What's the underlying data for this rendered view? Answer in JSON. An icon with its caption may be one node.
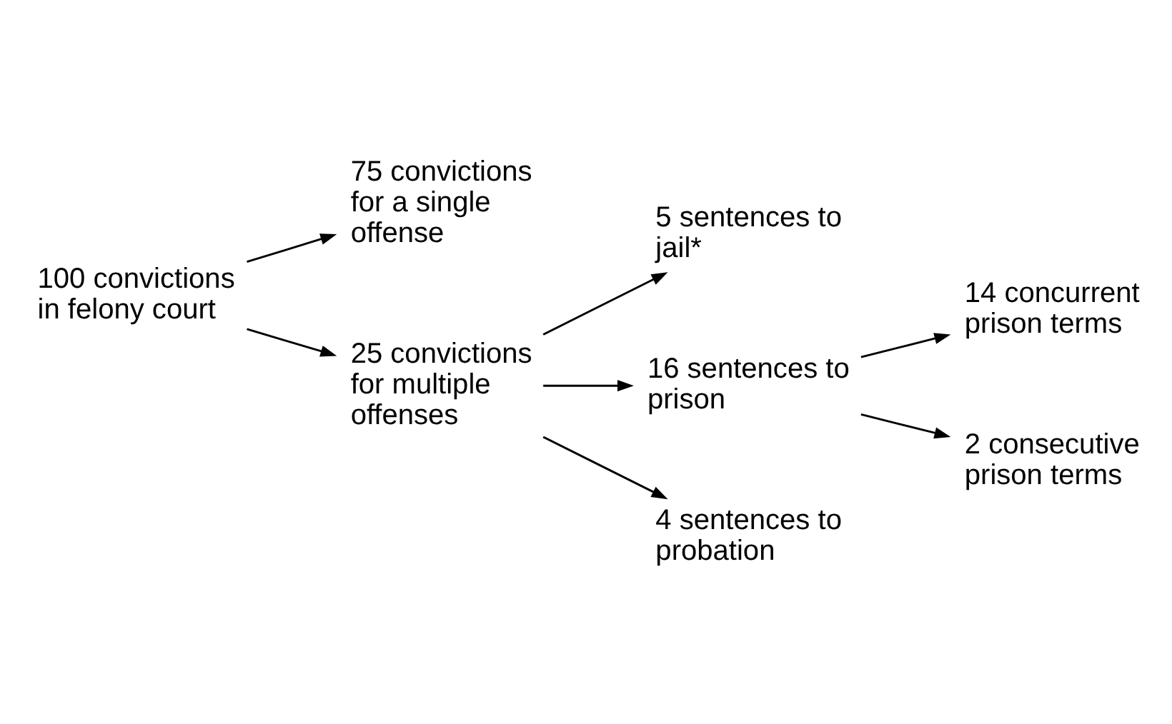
{
  "diagram": {
    "nodes": [
      {
        "text": [
          "100 convictions in felony court"
        ]
      },
      {
        "text": [
          "75 convictions for a single offense"
        ]
      },
      {
        "text": [
          "25 convictions for multiple offenses"
        ]
      },
      {
        "text": [
          "5 sentences to jail*"
        ]
      },
      {
        "text": [
          "16 sentences to prison"
        ]
      },
      {
        "text": [
          "4 sentences to probation"
        ]
      },
      {
        "text": [
          "14 concurrent prison terms"
        ]
      },
      {
        "text": [
          "2 consecutive prison terms"
        ]
      }
    ],
    "edges": [
      {
        "from": 0,
        "to": 1,
        "arrow": "to"
      },
      {
        "from": 0,
        "to": 2,
        "arrow": "to"
      },
      {
        "from": 2,
        "to": 3,
        "arrow": "to"
      },
      {
        "from": 2,
        "to": 4,
        "arrow": "to"
      },
      {
        "from": 2,
        "to": 5,
        "arrow": "to"
      },
      {
        "from": 4,
        "to": 6,
        "arrow": "to"
      },
      {
        "from": 4,
        "to": 7,
        "arrow": "to"
      }
    ]
  }
}
